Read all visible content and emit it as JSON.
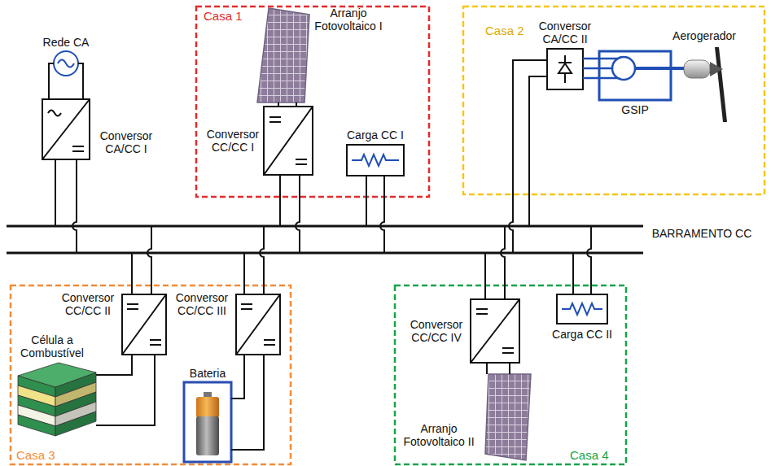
{
  "diagram": {
    "nodes": [
      {
        "text": [
          "Rede CA"
        ]
      },
      {
        "text": [
          "Conversor CA/CC I"
        ]
      },
      {
        "text": [
          "Casa 1"
        ]
      },
      {
        "text": [
          "Arranjo Fotovoltaico I"
        ],
        "in": 2
      },
      {
        "text": [
          "Conversor CC/CC I"
        ],
        "in": 2
      },
      {
        "text": [
          "Carga CC I"
        ],
        "in": 2
      },
      {
        "text": [
          "Casa 2"
        ]
      },
      {
        "text": [
          "Conversor CA/CC II"
        ],
        "in": 6
      },
      {
        "text": [
          "GSIP"
        ],
        "in": 6
      },
      {
        "text": [
          "Aerogerador"
        ],
        "in": 6
      },
      {
        "text": [
          "BARRAMENTO CC"
        ]
      },
      {
        "text": [
          "Casa 3"
        ]
      },
      {
        "text": [
          "Conversor CC/CC II"
        ],
        "in": 11
      },
      {
        "text": [
          "Célula a Combustível"
        ],
        "in": 11
      },
      {
        "text": [
          "Conversor CC/CC III"
        ],
        "in": 11
      },
      {
        "text": [
          "Bateria"
        ],
        "in": 11
      },
      {
        "text": [
          "Casa 4"
        ]
      },
      {
        "text": [
          "Conversor CC/CC IV"
        ],
        "in": 16
      },
      {
        "text": [
          "Carga CC II"
        ],
        "in": 16
      },
      {
        "text": [
          "Arranjo Fotovoltaico II"
        ],
        "in": 16
      }
    ],
    "edges": [
      {
        "from": 0,
        "to": 1,
        "arrow": "none"
      },
      {
        "from": 1,
        "to": 10,
        "arrow": "none"
      },
      {
        "from": 3,
        "to": 4,
        "arrow": "none"
      },
      {
        "from": 4,
        "to": 10,
        "arrow": "none"
      },
      {
        "from": 5,
        "to": 10,
        "arrow": "none"
      },
      {
        "from": 7,
        "to": 10,
        "arrow": "none"
      },
      {
        "from": 7,
        "to": 8,
        "arrow": "none"
      },
      {
        "from": 8,
        "to": 9,
        "arrow": "none"
      },
      {
        "from": 12,
        "to": 10,
        "arrow": "none"
      },
      {
        "from": 13,
        "to": 12,
        "arrow": "none"
      },
      {
        "from": 14,
        "to": 10,
        "arrow": "none"
      },
      {
        "from": 15,
        "to": 14,
        "arrow": "none"
      },
      {
        "from": 17,
        "to": 10,
        "arrow": "none"
      },
      {
        "from": 18,
        "to": 10,
        "arrow": "none"
      },
      {
        "from": 19,
        "to": 17,
        "arrow": "none"
      }
    ]
  }
}
